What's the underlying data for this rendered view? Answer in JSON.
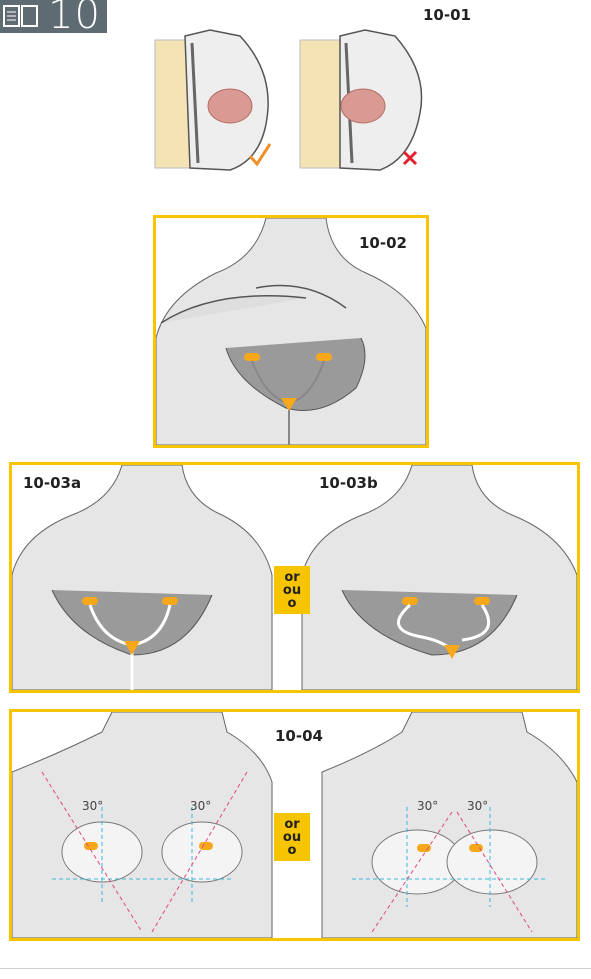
{
  "chapter_tab": {
    "number": "10"
  },
  "figures": {
    "f1": {
      "label": "10-01"
    },
    "f2": {
      "label": "10-02"
    },
    "f3a": {
      "label": "10-03a"
    },
    "f3b": {
      "label": "10-03b"
    },
    "f4": {
      "label": "10-04"
    }
  },
  "or_badge": {
    "line1": "or",
    "line2": "ou",
    "line3": "o"
  },
  "angles": {
    "a1": "30°",
    "a2": "30°",
    "a3": "30°",
    "a4": "30°"
  },
  "colors": {
    "accent": "#f6c400",
    "check": "#f0902a",
    "cross": "#e5202e",
    "guide_cyan": "#3fb6e0",
    "guide_pink": "#e2477e"
  }
}
